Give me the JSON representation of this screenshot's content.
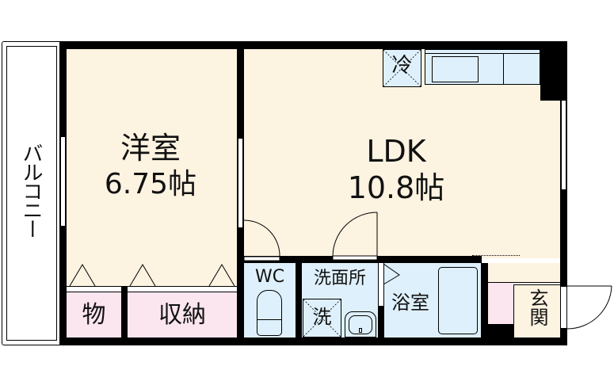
{
  "floorplan": {
    "balcony": {
      "label": "バルコニー"
    },
    "western_room": {
      "name": "洋室",
      "size": "6.75帖"
    },
    "ldk": {
      "name": "LDK",
      "size": "10.8帖"
    },
    "refrigerator": {
      "label": "冷"
    },
    "closet_small": {
      "label": "物"
    },
    "closet_storage": {
      "label": "収納"
    },
    "toilet": {
      "label": "WC"
    },
    "washroom": {
      "label": "洗面所"
    },
    "washing_machine": {
      "label": "洗"
    },
    "bathroom": {
      "label": "浴室"
    },
    "entrance": {
      "label": "玄関"
    }
  },
  "colors": {
    "room_floor": "#fdf3e1",
    "wet_area": "#def0fb",
    "storage": "#fbe5ee",
    "wall": "#000000"
  }
}
